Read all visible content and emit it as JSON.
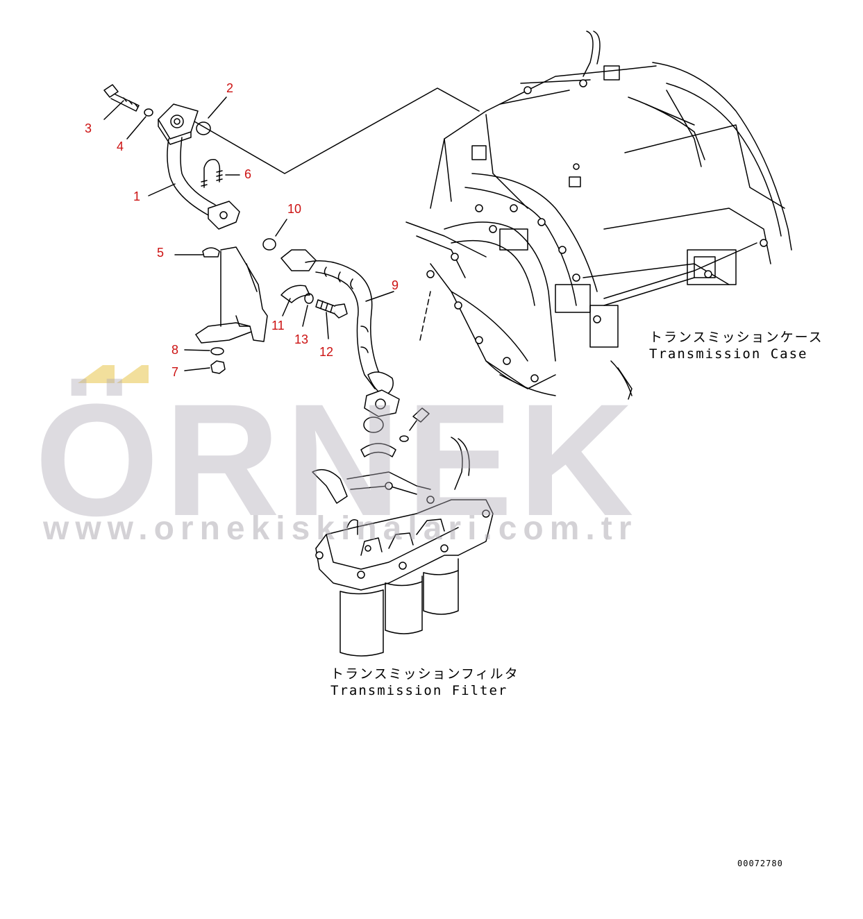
{
  "callouts": [
    {
      "id": "1",
      "label": "1"
    },
    {
      "id": "2",
      "label": "2"
    },
    {
      "id": "3",
      "label": "3"
    },
    {
      "id": "4",
      "label": "4"
    },
    {
      "id": "5",
      "label": "5"
    },
    {
      "id": "6",
      "label": "6"
    },
    {
      "id": "7",
      "label": "7"
    },
    {
      "id": "8",
      "label": "8"
    },
    {
      "id": "9",
      "label": "9"
    },
    {
      "id": "10",
      "label": "10"
    },
    {
      "id": "11",
      "label": "11"
    },
    {
      "id": "12",
      "label": "12"
    },
    {
      "id": "13",
      "label": "13"
    }
  ],
  "captions": {
    "case_jp": "トランスミッションケース",
    "case_en": "Transmission Case",
    "filter_jp": "トランスミッションフィルタ",
    "filter_en": "Transmission Filter"
  },
  "drawing_code": "00072780",
  "watermark": {
    "word": "ÖRNEK",
    "url": "www.ornekiskinalari.com.tr",
    "accent_color": "#f2df9c"
  },
  "colors": {
    "callout": "#cc1111",
    "line": "#000000",
    "watermark": "#b4afb8"
  }
}
